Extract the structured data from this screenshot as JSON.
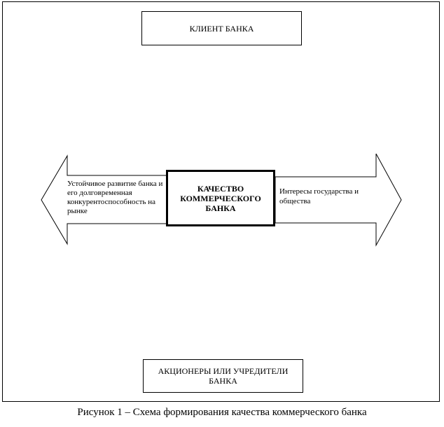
{
  "diagram": {
    "client_box": "КЛИЕНТ БАНКА",
    "center_box": "КАЧЕСТВО КОММЕРЧЕСКОГО БАНКА",
    "shareholders_box": "АКЦИОНЕРЫ ИЛИ УЧРЕДИТЕЛИ БАНКА",
    "left_arrow_text": "Устойчивое развитие банка и его долговременная конкурентоспособность на рынке",
    "right_arrow_text": "Интересы государства и общества"
  },
  "caption": "Рисунок 1 – Схема формирования качества коммерческого банка"
}
